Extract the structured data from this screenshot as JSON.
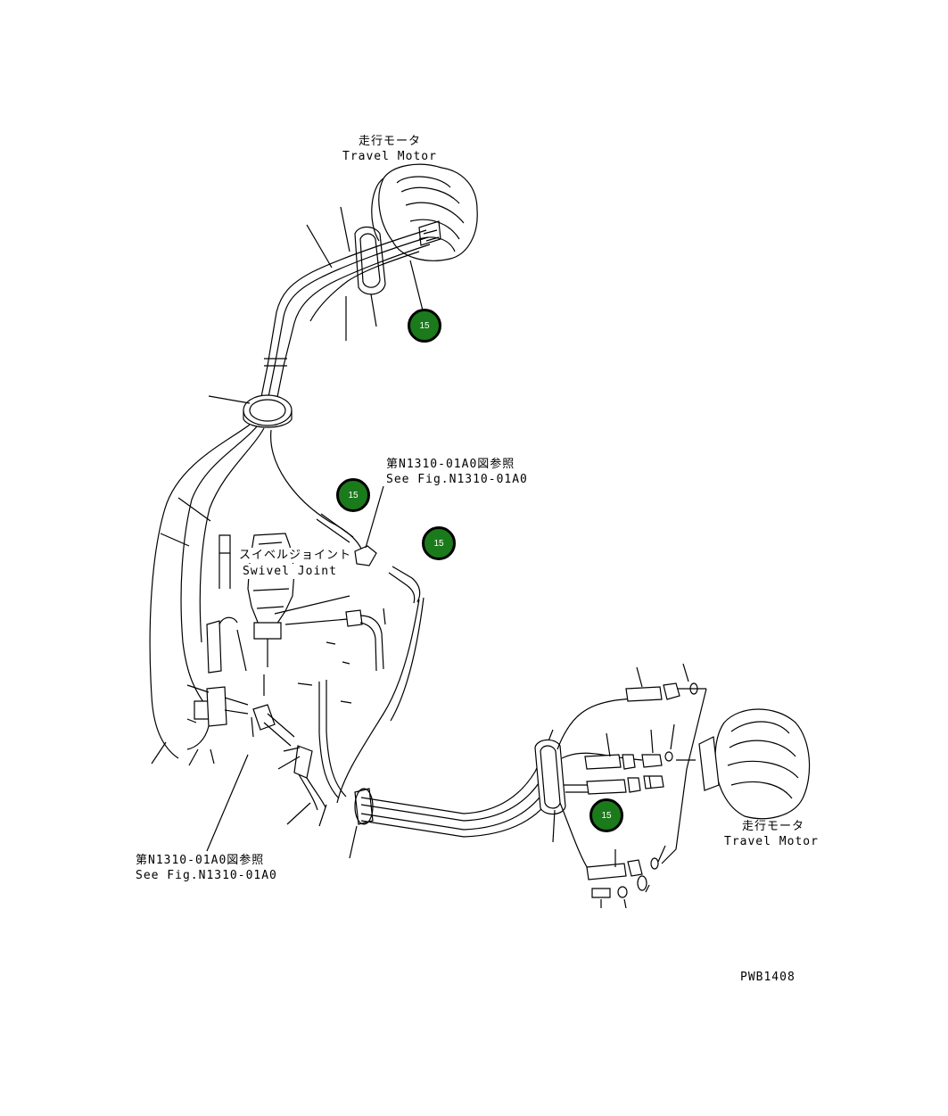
{
  "labels": {
    "travel_motor_top_jp": "走行モータ",
    "travel_motor_top_en": "Travel Motor",
    "travel_motor_right_jp": "走行モータ",
    "travel_motor_right_en": "Travel Motor",
    "see_fig_top_jp": "第N1310-01A0図参照",
    "see_fig_top_en": "See Fig.N1310-01A0",
    "see_fig_bottom_jp": "第N1310-01A0図参照",
    "see_fig_bottom_en": "See Fig.N1310-01A0",
    "swivel_joint_jp": "スイベルジョイント",
    "swivel_joint_en": "Swivel Joint",
    "drawing_code": "PWB1408"
  },
  "callouts": [
    {
      "number": "15",
      "color": "#1b7a1b"
    },
    {
      "number": "15",
      "color": "#1b7a1b"
    },
    {
      "number": "15",
      "color": "#1b7a1b"
    },
    {
      "number": "15",
      "color": "#1b7a1b"
    }
  ]
}
